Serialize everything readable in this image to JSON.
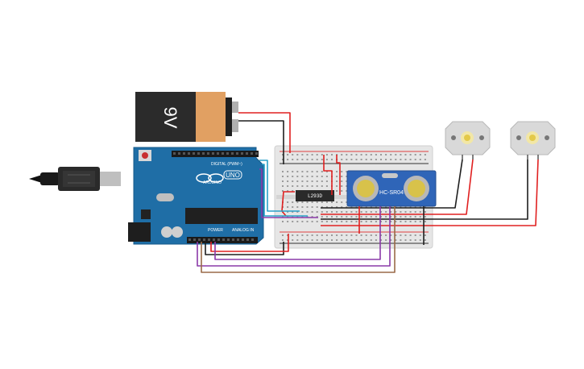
{
  "battery": {
    "label": "9V"
  },
  "arduino": {
    "board_label": "UNO",
    "brand": "ARDUINO",
    "digital_header": "DIGITAL (PWM~)",
    "power_header": "POWER",
    "analog_header": "ANALOG IN"
  },
  "driver_ic": {
    "label": "L293D"
  },
  "ultrasonic": {
    "label": "HC-SR04"
  },
  "colors": {
    "board": "#1f6ea6",
    "breadboard": "#e6e6e6",
    "battery_body": "#2b2b2b",
    "battery_label": "#e1a062",
    "sensor": "#2f65b8",
    "motor": "#d9d9d9",
    "wire_red": "#e02020",
    "wire_black": "#1e1e1e",
    "wire_purple": "#8a3aa8",
    "wire_brown": "#9a6a48",
    "wire_cyan": "#2aa0c8"
  }
}
